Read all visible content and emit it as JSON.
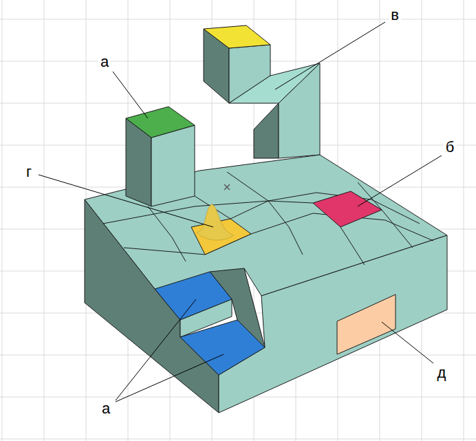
{
  "diagram": {
    "labels": [
      "а",
      "в",
      "г",
      "б",
      "а",
      "д"
    ]
  }
}
